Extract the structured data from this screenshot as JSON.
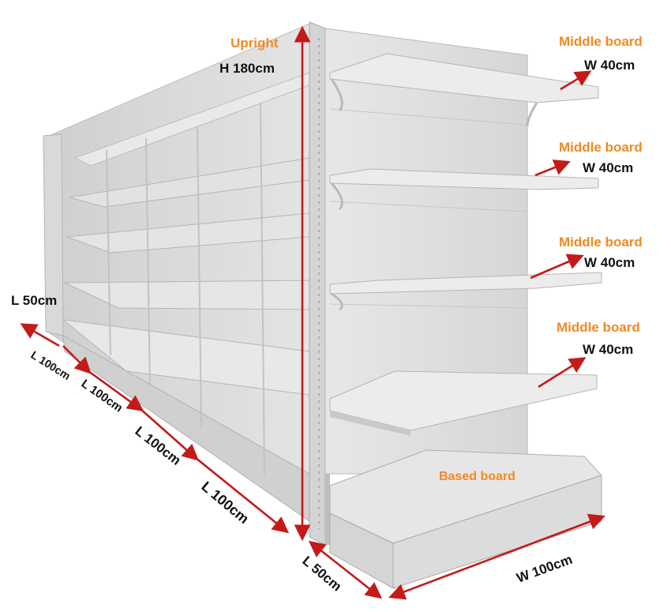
{
  "colors": {
    "accent_label": "#f08a24",
    "dimension_arrow": "#c41a1a",
    "text": "#111111",
    "metal": "#dcdcdc",
    "metal_shadow": "#b9b9b9"
  },
  "labels": {
    "upright_title": "Upright",
    "upright_value": "H 180cm",
    "boards": [
      {
        "title": "Middle board",
        "value": "W 40cm"
      },
      {
        "title": "Middle board",
        "value": "W 40cm"
      },
      {
        "title": "Middle board",
        "value": "W 40cm"
      },
      {
        "title": "Middle board",
        "value": "W 40cm"
      }
    ],
    "based_board": "Based board",
    "width_bottom": "W 100cm",
    "depth_front": "L 50cm",
    "depth_back": "L 50cm",
    "lengths": [
      "L 100cm",
      "L 100cm",
      "L 100cm",
      "L 100cm"
    ]
  }
}
